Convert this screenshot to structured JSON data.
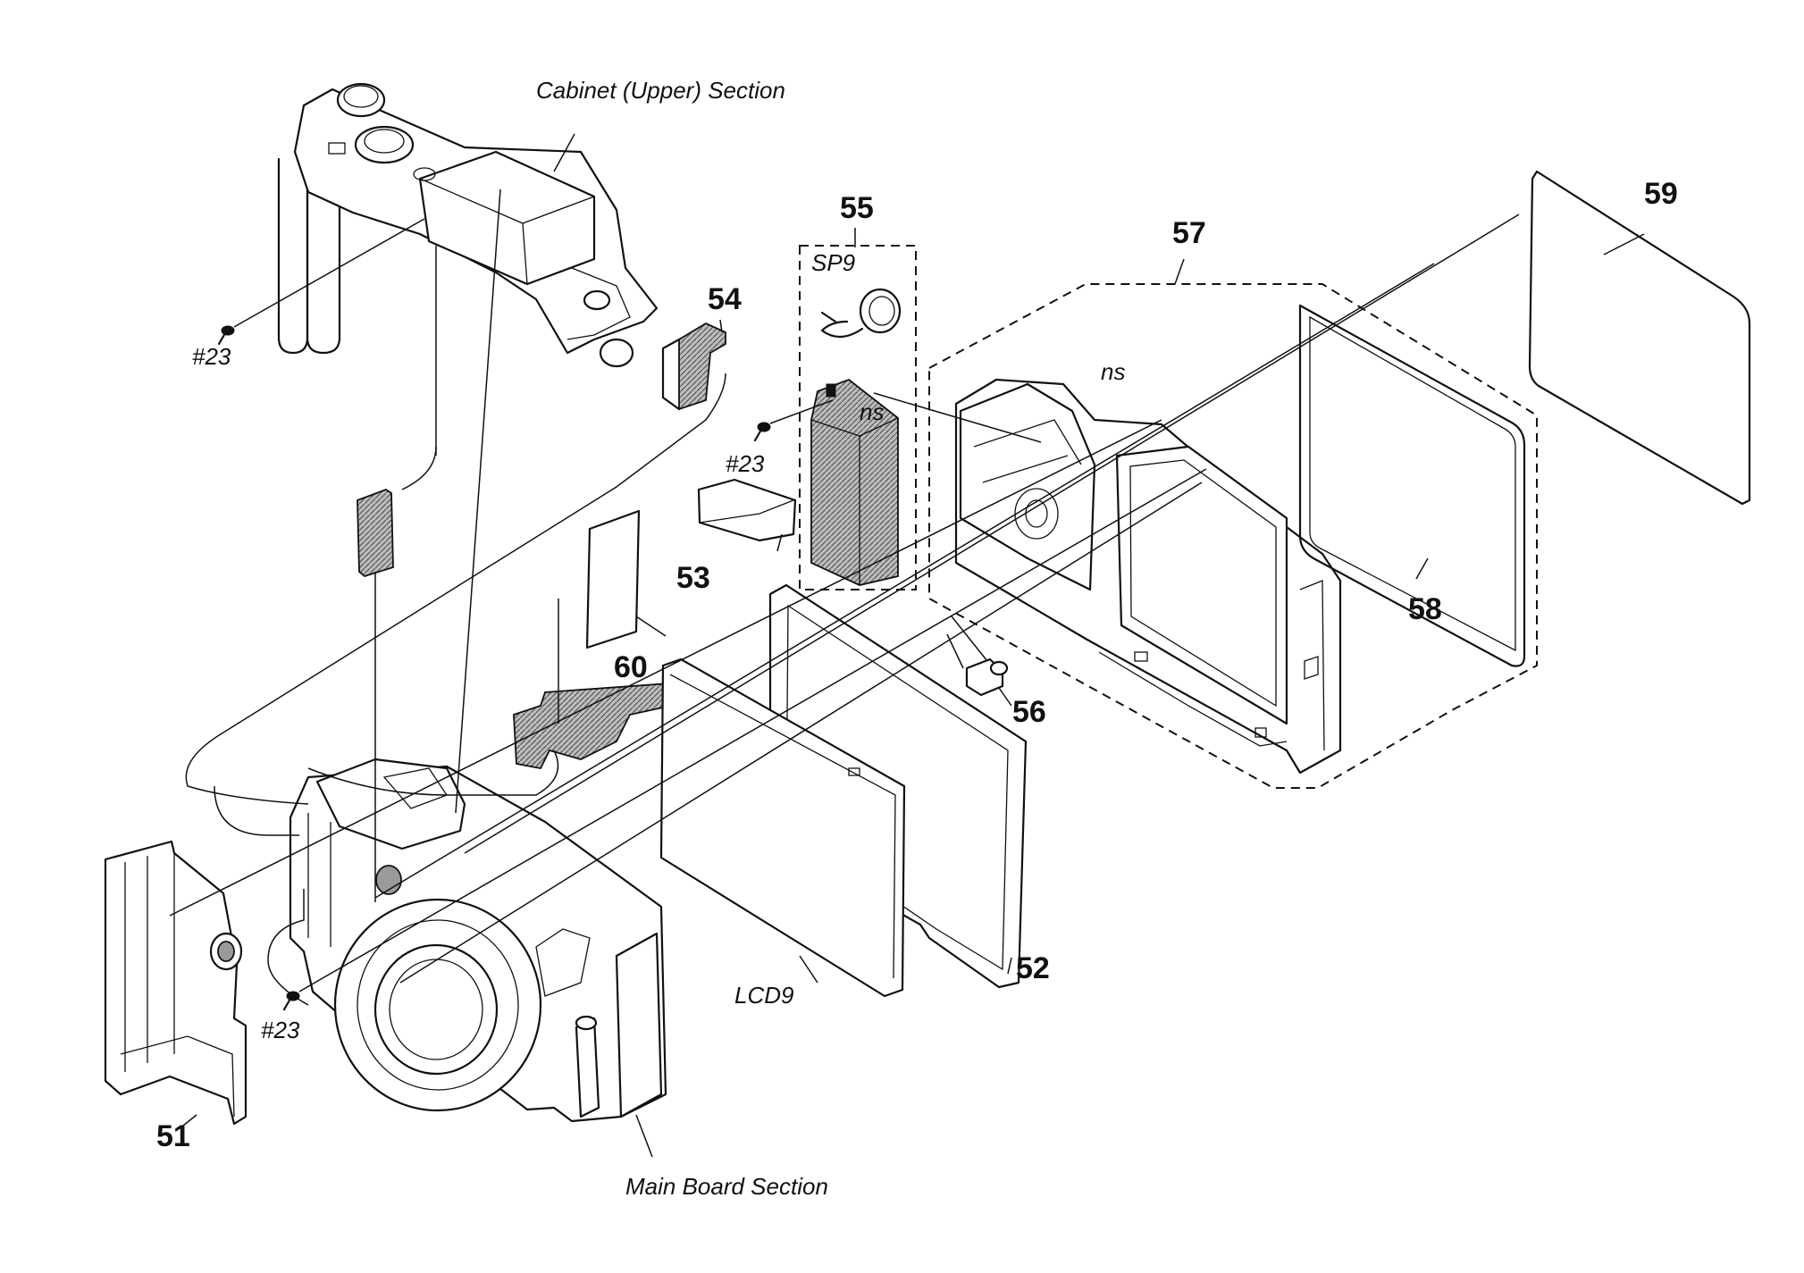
{
  "sections": {
    "cabinet_upper": "Cabinet (Upper) Section",
    "main_board": "Main Board Section"
  },
  "refs": {
    "r51": "51",
    "r52": "52",
    "r53": "53",
    "r54": "54",
    "r55": "55",
    "r56": "56",
    "r57": "57",
    "r58": "58",
    "r59": "59",
    "r60": "60"
  },
  "screws": {
    "s1": "#23",
    "s2": "#23",
    "s3": "#23"
  },
  "parts": {
    "speaker": "SP9",
    "lcd": "LCD9",
    "ns1": "ns",
    "ns2": "ns"
  }
}
